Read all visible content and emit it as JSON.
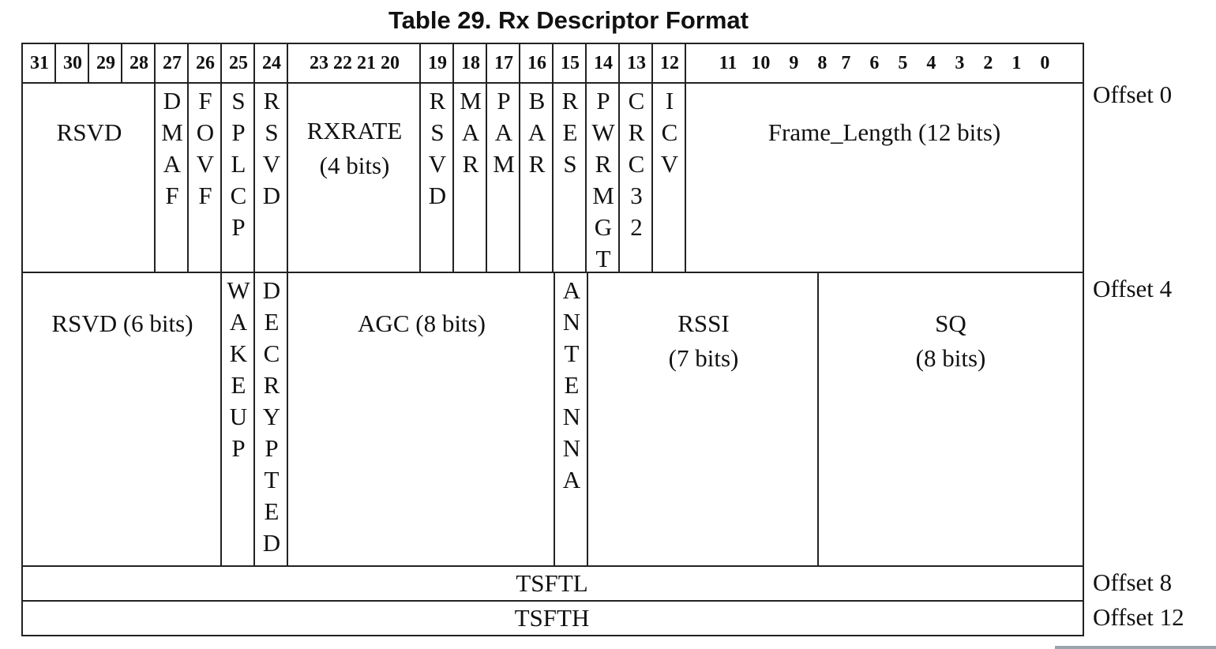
{
  "title": "Table 29. Rx Descriptor Format",
  "header_bits": {
    "split": [
      "31",
      "30",
      "29",
      "28",
      "27",
      "26",
      "25",
      "24"
    ],
    "group_23_20": "23  22  21  20",
    "split2": [
      "19",
      "18",
      "17",
      "16",
      "15",
      "14",
      "13",
      "12"
    ],
    "group_11_0": "11   10    9    8   7    6    5    4    3    2    1    0"
  },
  "row0": {
    "rsvd": "RSVD",
    "dmaf": [
      "D",
      "M",
      "A",
      "F"
    ],
    "fovf": [
      "F",
      "O",
      "V",
      "F"
    ],
    "splcp": [
      "S",
      "P",
      "L",
      "C",
      "P"
    ],
    "rsvd24": [
      "R",
      "S",
      "V",
      "D"
    ],
    "rxrate": "RXRATE",
    "rxrate_bits": "(4 bits)",
    "rsvd19": [
      "R",
      "S",
      "V",
      "D"
    ],
    "mar": [
      "M",
      "A",
      "R"
    ],
    "pam": [
      "P",
      "A",
      "M"
    ],
    "bar": [
      "B",
      "A",
      "R"
    ],
    "res": [
      "R",
      "E",
      "S"
    ],
    "pwrmgt": [
      "P",
      "W",
      "R",
      "M",
      "G",
      "T"
    ],
    "crc32": [
      "C",
      "R",
      "C",
      "3",
      "2"
    ],
    "icv": [
      "I",
      "C",
      "V"
    ],
    "frame_length": "Frame_Length (12 bits)"
  },
  "row1": {
    "rsvd6": "RSVD (6 bits)",
    "wakeup": [
      "W",
      "A",
      "K",
      "E",
      "U",
      "P"
    ],
    "decrypted": [
      "D",
      "E",
      "C",
      "R",
      "Y",
      "P",
      "T",
      "E",
      "D"
    ],
    "agc": "AGC (8 bits)",
    "antenna": [
      "A",
      "N",
      "T",
      "E",
      "N",
      "N",
      "A"
    ],
    "rssi": "RSSI",
    "rssi_bits": "(7 bits)",
    "sq": "SQ",
    "sq_bits": "(8 bits)"
  },
  "row2": {
    "tsftl": "TSFTL"
  },
  "row3": {
    "tsfth": "TSFTH"
  },
  "offsets": [
    "Offset 0",
    "Offset 4",
    "Offset 8",
    "Offset 12"
  ]
}
